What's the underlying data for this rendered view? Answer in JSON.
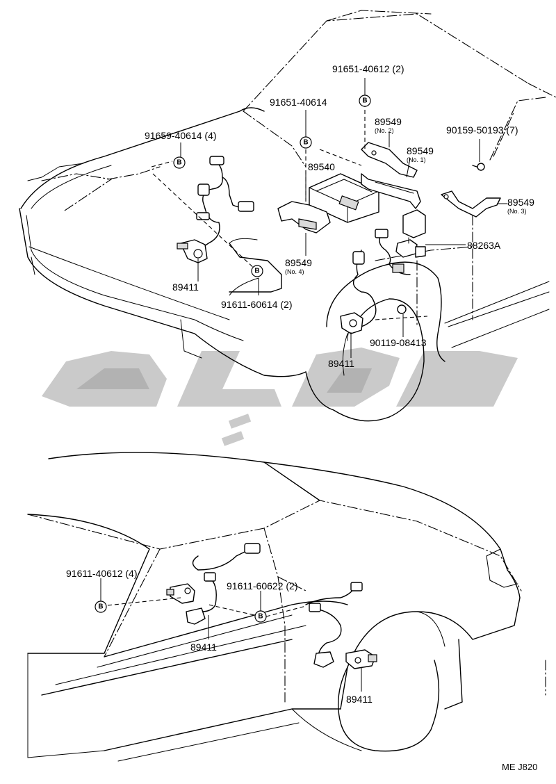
{
  "labels": {
    "p91651_40612": "91651-40612 (2)",
    "p91651_40614": "91651-40614",
    "p91659_40614": "91659-40614 (4)",
    "p89549_no2": "89549",
    "no2": "(No. 2)",
    "p89549_no1": "89549",
    "no1": "(No. 1)",
    "p90159_50193": "90159-50193 (7)",
    "p89540": "89540",
    "p89549_no3": "89549",
    "no3": "(No. 3)",
    "p88263a": "88263A",
    "p89549_no4": "89549",
    "no4": "(No. 4)",
    "p89411_front_left": "89411",
    "p91611_60614": "91611-60614 (2)",
    "p90119_08413": "90119-08413",
    "p89411_front_right": "89411",
    "p91611_40612": "91611-40612 (4)",
    "p91611_60622": "91611-60622 (2)",
    "p89411_rear_left": "89411",
    "p89411_rear_right": "89411",
    "code": "ME J820"
  },
  "marker": "B"
}
